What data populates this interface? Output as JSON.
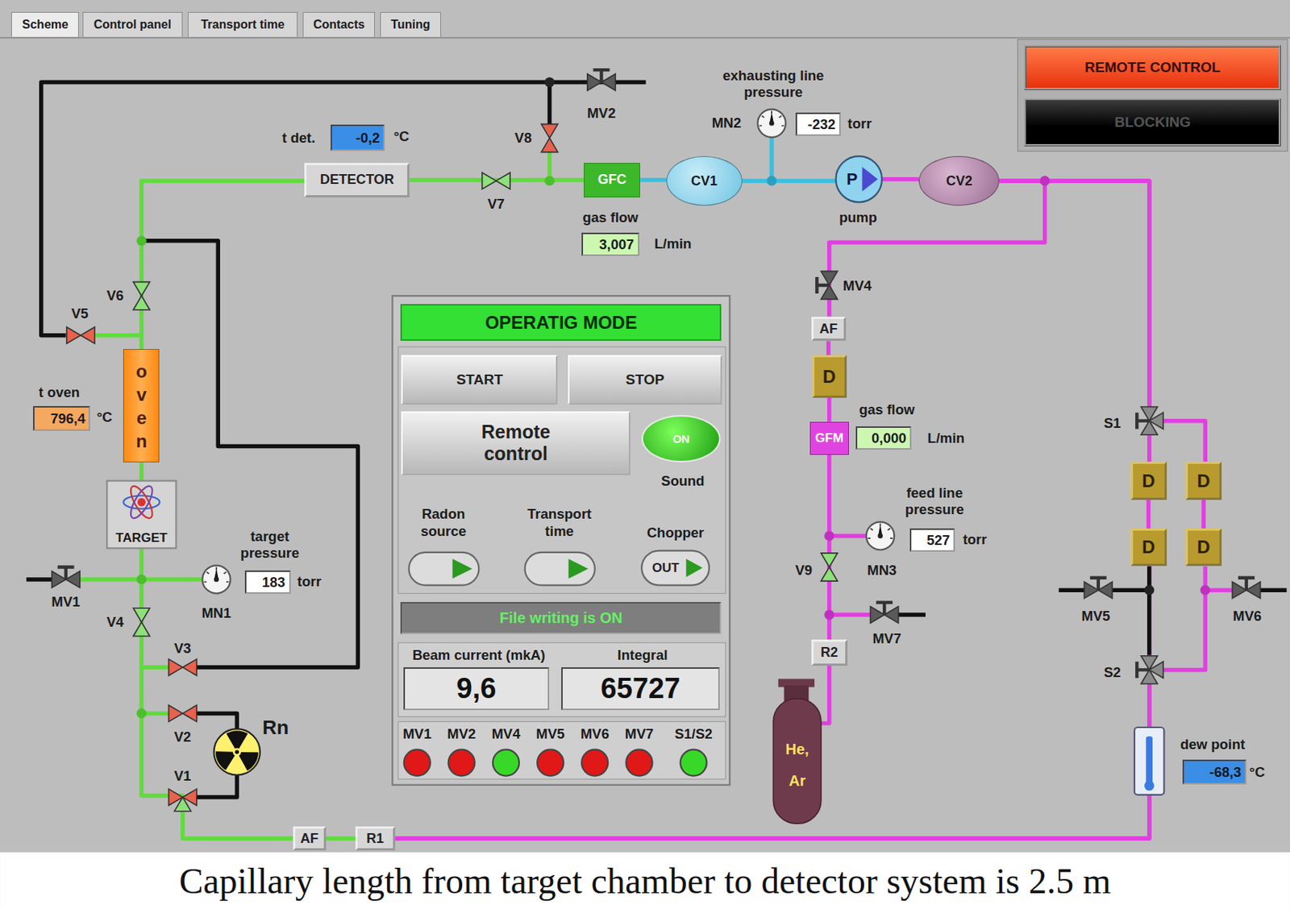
{
  "diagram": {
    "caption": "Capillary length from target chamber to detector system is 2.5 m",
    "nodes": [
      {
        "text": [
          "Scheme"
        ]
      },
      {
        "text": [
          "Control panel"
        ]
      },
      {
        "text": [
          "Transport time"
        ]
      },
      {
        "text": [
          "Contacts"
        ]
      },
      {
        "text": [
          "Tuning"
        ]
      },
      {
        "text": [
          "REMOTE CONTROL"
        ]
      },
      {
        "text": [
          "BLOCKING"
        ]
      },
      {
        "text": [
          "-0,2"
        ]
      },
      {
        "text": [
          "DETECTOR"
        ]
      },
      {
        "text": [
          "GFC"
        ]
      },
      {
        "text": [
          "CV1"
        ]
      },
      {
        "text": [
          "-232"
        ]
      },
      {
        "text": [
          "P"
        ]
      },
      {
        "text": [
          "CV2"
        ]
      },
      {
        "text": [
          "3,007"
        ]
      },
      {
        "text": [
          "oven"
        ]
      },
      {
        "text": [
          "796,4"
        ]
      },
      {
        "text": [
          "TARGET"
        ]
      },
      {
        "text": [
          "183"
        ]
      },
      {
        "text": [
          "AF"
        ]
      },
      {
        "text": [
          "D"
        ]
      },
      {
        "text": [
          "GFM"
        ]
      },
      {
        "text": [
          "0,000"
        ]
      },
      {
        "text": [
          "527"
        ]
      },
      {
        "text": [
          "D"
        ]
      },
      {
        "text": [
          "D"
        ]
      },
      {
        "text": [
          "D"
        ]
      },
      {
        "text": [
          "D"
        ]
      },
      {
        "text": [
          "R2"
        ]
      },
      {
        "text": [
          "He, Ar"
        ]
      },
      {
        "text": [
          "-68,3"
        ]
      },
      {
        "text": [
          "AF"
        ]
      },
      {
        "text": [
          "R1"
        ]
      },
      {
        "text": [
          "OPERATIG MODE"
        ]
      },
      {
        "text": [
          "START"
        ],
        "in": 33
      },
      {
        "text": [
          "STOP"
        ],
        "in": 33
      },
      {
        "text": [
          "Remote control"
        ],
        "in": 33
      },
      {
        "text": [
          "ON"
        ],
        "in": 33
      },
      {
        "text": [
          "OUT"
        ],
        "in": 33
      },
      {
        "text": [
          "File writing is ON"
        ],
        "in": 33
      },
      {
        "text": [
          "9,6"
        ],
        "in": 33
      },
      {
        "text": [
          "65727"
        ],
        "in": 33
      }
    ],
    "edges": [
      {
        "from": 8,
        "to": 9,
        "arrow": "none"
      },
      {
        "from": 9,
        "to": 10,
        "arrow": "none"
      },
      {
        "from": 10,
        "to": 12,
        "arrow": "none"
      },
      {
        "from": 12,
        "to": 13,
        "arrow": "none"
      },
      {
        "from": 13,
        "to": 24,
        "arrow": "none"
      },
      {
        "from": 24,
        "to": 26,
        "arrow": "none"
      },
      {
        "from": 13,
        "to": 25,
        "arrow": "none"
      },
      {
        "from": 25,
        "to": 27,
        "arrow": "none"
      },
      {
        "from": 26,
        "to": 32,
        "arrow": "none"
      },
      {
        "from": 27,
        "to": 32,
        "arrow": "none"
      },
      {
        "from": 13,
        "to": 19,
        "arrow": "none"
      },
      {
        "from": 19,
        "to": 20,
        "arrow": "none"
      },
      {
        "from": 20,
        "to": 21,
        "arrow": "none"
      },
      {
        "from": 21,
        "to": 28,
        "arrow": "none"
      },
      {
        "from": 28,
        "to": 29,
        "arrow": "none"
      },
      {
        "from": 32,
        "to": 31,
        "arrow": "none"
      },
      {
        "from": 31,
        "to": 17,
        "arrow": "none"
      },
      {
        "from": 17,
        "to": 15,
        "arrow": "none"
      },
      {
        "from": 15,
        "to": 8,
        "arrow": "none"
      }
    ],
    "labels": [
      "t det.",
      "°C",
      "gas flow",
      "L/min",
      "exhausting line pressure",
      "MN2",
      "torr",
      "MV2",
      "V8",
      "V7",
      "pump",
      "V6",
      "V5",
      "t oven",
      "°C",
      "target pressure",
      "torr",
      "MN1",
      "MV1",
      "V4",
      "V3",
      "V2",
      "Rn",
      "V1",
      "MV4",
      "gas flow",
      "L/min",
      "feed line pressure",
      "torr",
      "MN3",
      "V9",
      "MV7",
      "S1",
      "MV5",
      "MV6",
      "S2",
      "dew point",
      "°C",
      "Sound",
      "Radon source",
      "Transport time",
      "Chopper",
      "Beam current (mkA)",
      "Integral",
      "MV1",
      "MV2",
      "MV4",
      "MV5",
      "MV6",
      "MV7",
      "S1/S2"
    ]
  }
}
